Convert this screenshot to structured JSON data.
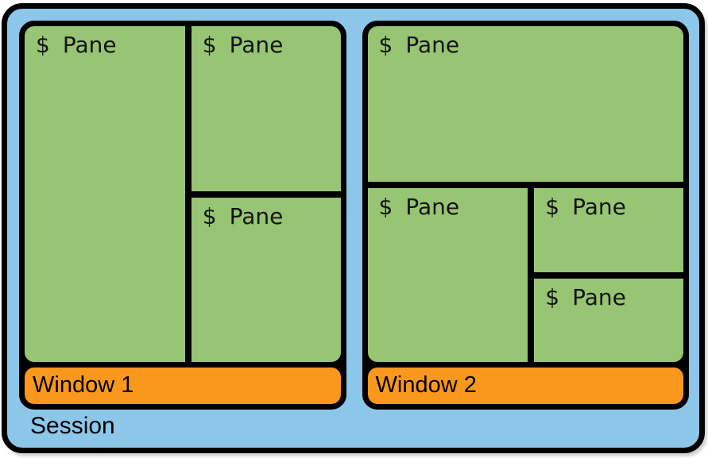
{
  "colors": {
    "session_bg": "#8CC6E8",
    "pane_bg": "#97C573",
    "bar_bg": "#F9981C",
    "outline": "#000000"
  },
  "session": {
    "label": "Session",
    "windows": [
      {
        "label": "Window 1",
        "panes": [
          {
            "prompt": "$",
            "label": "Pane"
          },
          {
            "prompt": "$",
            "label": "Pane"
          },
          {
            "prompt": "$",
            "label": "Pane"
          }
        ]
      },
      {
        "label": "Window 2",
        "panes": [
          {
            "prompt": "$",
            "label": "Pane"
          },
          {
            "prompt": "$",
            "label": "Pane"
          },
          {
            "prompt": "$",
            "label": "Pane"
          },
          {
            "prompt": "$",
            "label": "Pane"
          }
        ]
      }
    ]
  }
}
